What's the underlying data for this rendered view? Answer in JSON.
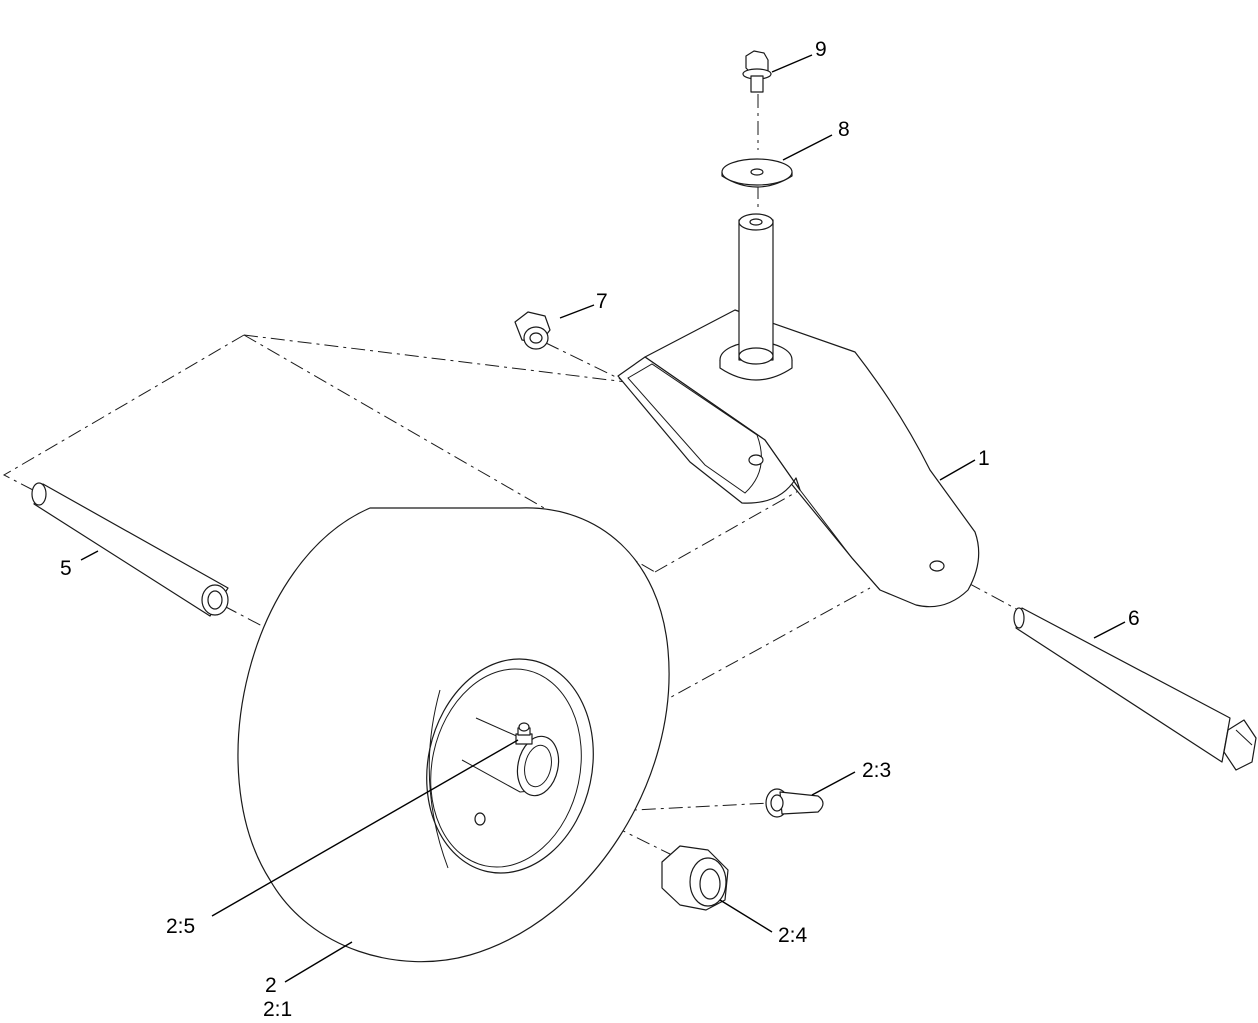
{
  "callouts": {
    "c1": "1",
    "c2": "2",
    "c2_1": "2:1",
    "c2_3": "2:3",
    "c2_4": "2:4",
    "c2_5": "2:5",
    "c5": "5",
    "c6": "6",
    "c7": "7",
    "c8": "8",
    "c9": "9"
  }
}
